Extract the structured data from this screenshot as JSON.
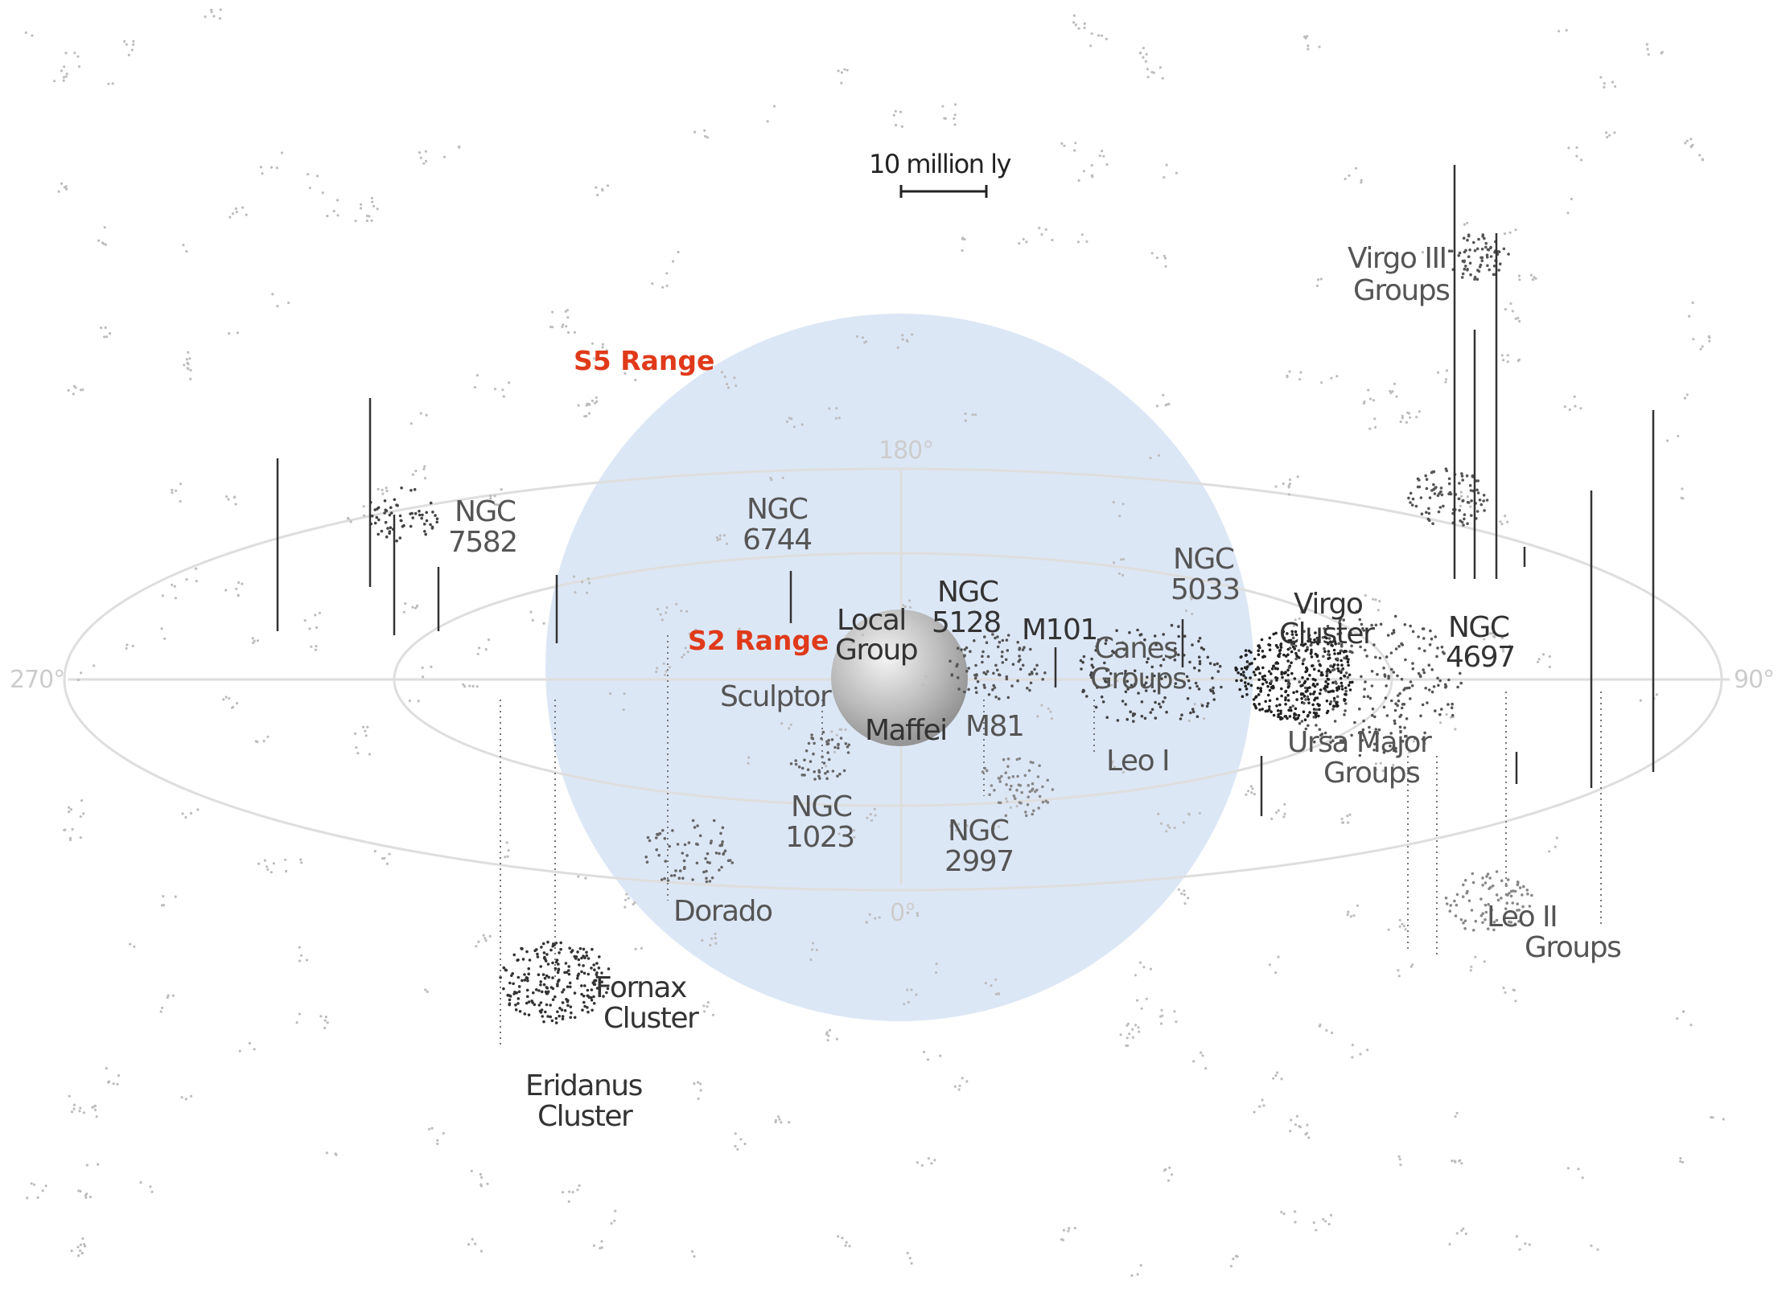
{
  "scale": {
    "label": "10 million ly"
  },
  "ranges": {
    "s5": "S5 Range",
    "s2": "S2 Range"
  },
  "degrees": {
    "d180": "180°",
    "d0": "0°",
    "d270": "270°",
    "d90": "90°"
  },
  "labels": {
    "ngc7582": [
      "NGC",
      "7582"
    ],
    "ngc6744": [
      "NGC",
      "6744"
    ],
    "ngc5128": [
      "NGC",
      "5128"
    ],
    "local_group": [
      "Local",
      "Group"
    ],
    "m101": "M101",
    "canes": [
      "Canes",
      "Groups"
    ],
    "ngc5033": [
      "NGC",
      "5033"
    ],
    "virgo_cluster": [
      "Virgo",
      "Cluster"
    ],
    "virgo3": [
      "Virgo III",
      "Groups"
    ],
    "ngc4697": [
      "NGC",
      "4697"
    ],
    "sculptor": "Sculptor",
    "maffei": "Maffei",
    "m81": "M81",
    "leo1": "Leo I",
    "ursa_major": [
      "Ursa Major",
      "Groups"
    ],
    "ngc1023": [
      "NGC",
      "1023"
    ],
    "ngc2997": [
      "NGC",
      "2997"
    ],
    "dorado": "Dorado",
    "fornax": [
      "Fornax",
      "Cluster"
    ],
    "eridanus": [
      "Eridanus",
      "Cluster"
    ],
    "leo2": [
      "Leo II",
      "Groups"
    ]
  },
  "colors": {
    "range_label": "#e03a1a",
    "s5_sphere": "#dce7f6",
    "ellipse": "#dedede",
    "text": "#555555"
  }
}
